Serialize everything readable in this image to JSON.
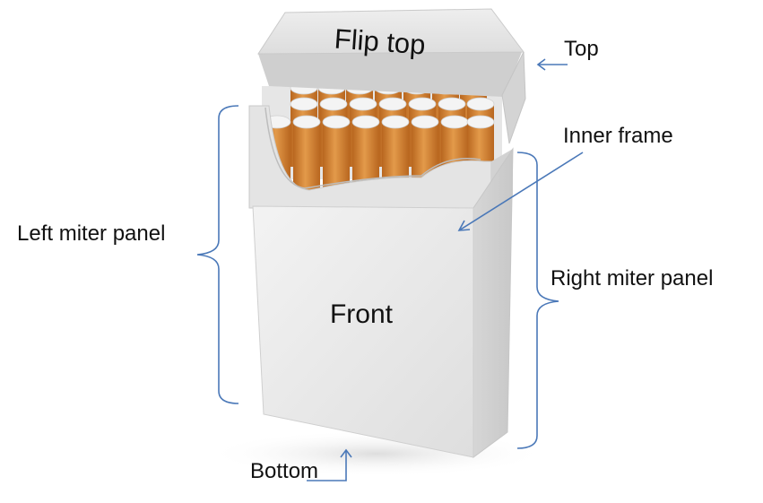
{
  "labels": {
    "flip_top": "Flip top",
    "top": "Top",
    "inner_frame": "Inner frame",
    "left_miter_panel": "Left miter panel",
    "right_miter_panel": "Right miter panel",
    "front": "Front",
    "bottom": "Bottom"
  },
  "colors": {
    "annotation_blue": "#4a78b8",
    "box_face": "#ececec",
    "box_side": "#d9d9d9",
    "filter_orange": "#d88a3a",
    "cigarette_end": "#f4f4f4"
  }
}
